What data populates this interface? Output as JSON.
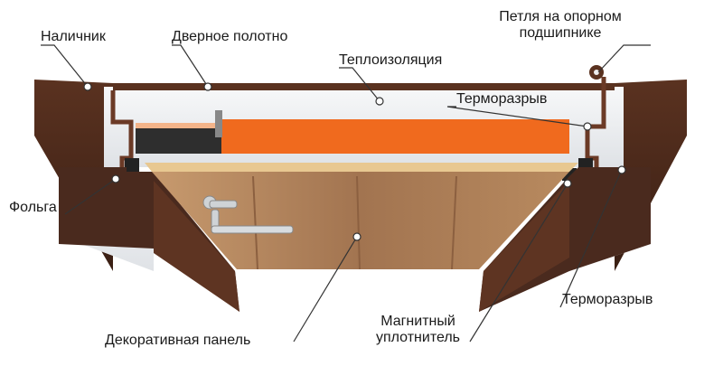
{
  "labels": {
    "nalichnik": "Наличник",
    "dvernoe_polotno": "Дверное полотно",
    "petlya": "Петля на опорном\nподшипнике",
    "teploizolyaciya": "Теплоизоляция",
    "termorazryv_top": "Терморазрыв",
    "folga": "Фольга",
    "dekorativnaya_panel": "Декоративная панель",
    "magnitnyi_uplotnitel": "Магнитный\nуплотнитель",
    "termorazryv_bottom": "Терморазрыв"
  },
  "colors": {
    "wood_dark": "#4a2a1e",
    "wood_mid": "#6b3a26",
    "wood_panel": "#b48a62",
    "insulation": "#f06a1e",
    "foam": "#eef0f2",
    "frame": "#7a4a32",
    "leader": "#333333",
    "dot": "#ffffff"
  },
  "icons": {
    "handle": "door-handle-icon",
    "hinge": "hinge-icon"
  }
}
